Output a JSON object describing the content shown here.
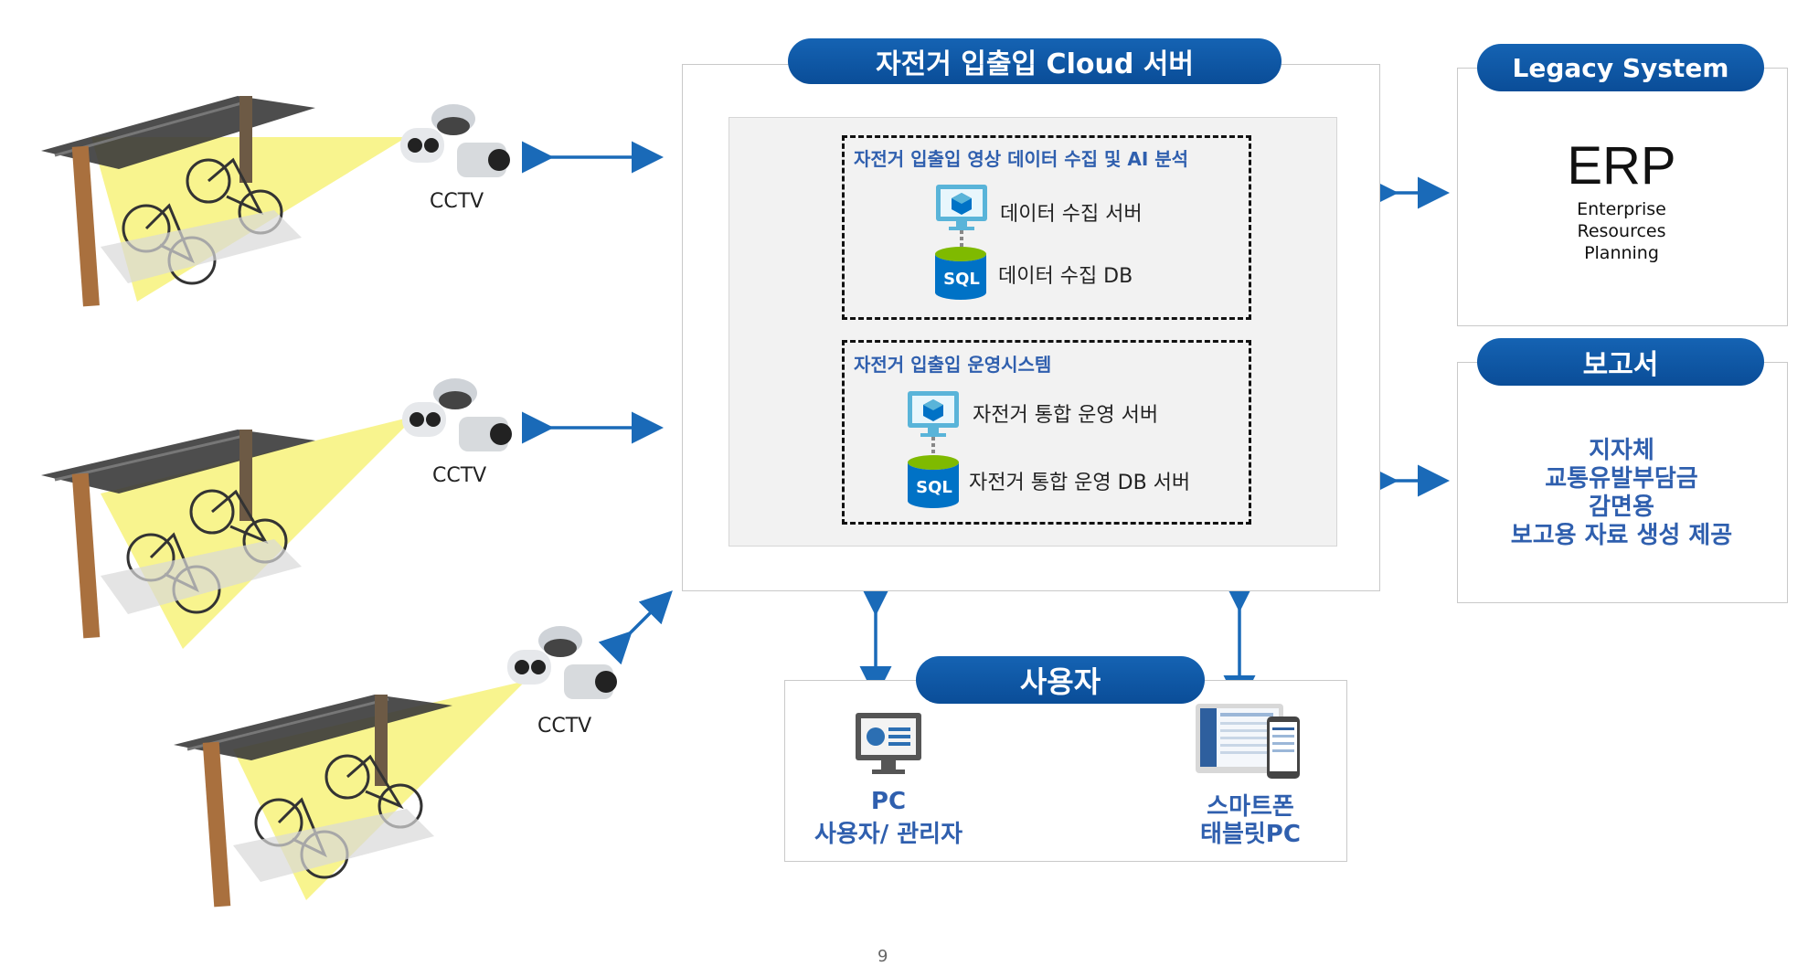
{
  "cloud": {
    "title": "자전거 입출입 Cloud 서버",
    "group1": {
      "title": "자전거 입출입 영상 데이터 수집 및 AI 분석",
      "server_label": "데이터 수집 서버",
      "db_label": "데이터 수집 DB",
      "sql_text": "SQL"
    },
    "group2": {
      "title": "자전거 입출입 운영시스템",
      "server_label": "자전거 통합 운영 서버",
      "db_label": "자전거 통합 운영 DB 서버",
      "sql_text": "SQL"
    }
  },
  "legacy": {
    "title": "Legacy System",
    "erp": "ERP",
    "line1": "Enterprise",
    "line2": "Resources",
    "line3": "Planning"
  },
  "report": {
    "title": "보고서",
    "line1": "지자체",
    "line2": "교통유발부담금",
    "line3": "감면용",
    "line4": "보고용 자료 생성 제공"
  },
  "users": {
    "title": "사용자",
    "pc_line1": "PC",
    "pc_line2": "사용자/ 관리자",
    "mobile_line1": "스마트폰",
    "mobile_line2": "태블릿PC"
  },
  "cctv": [
    "CCTV",
    "CCTV",
    "CCTV"
  ],
  "page_number": "9",
  "colors": {
    "pill": "#0d55a3",
    "arrow": "#1a6ab8",
    "cone": "#f7f27a",
    "text_blue": "#2f5fae"
  }
}
